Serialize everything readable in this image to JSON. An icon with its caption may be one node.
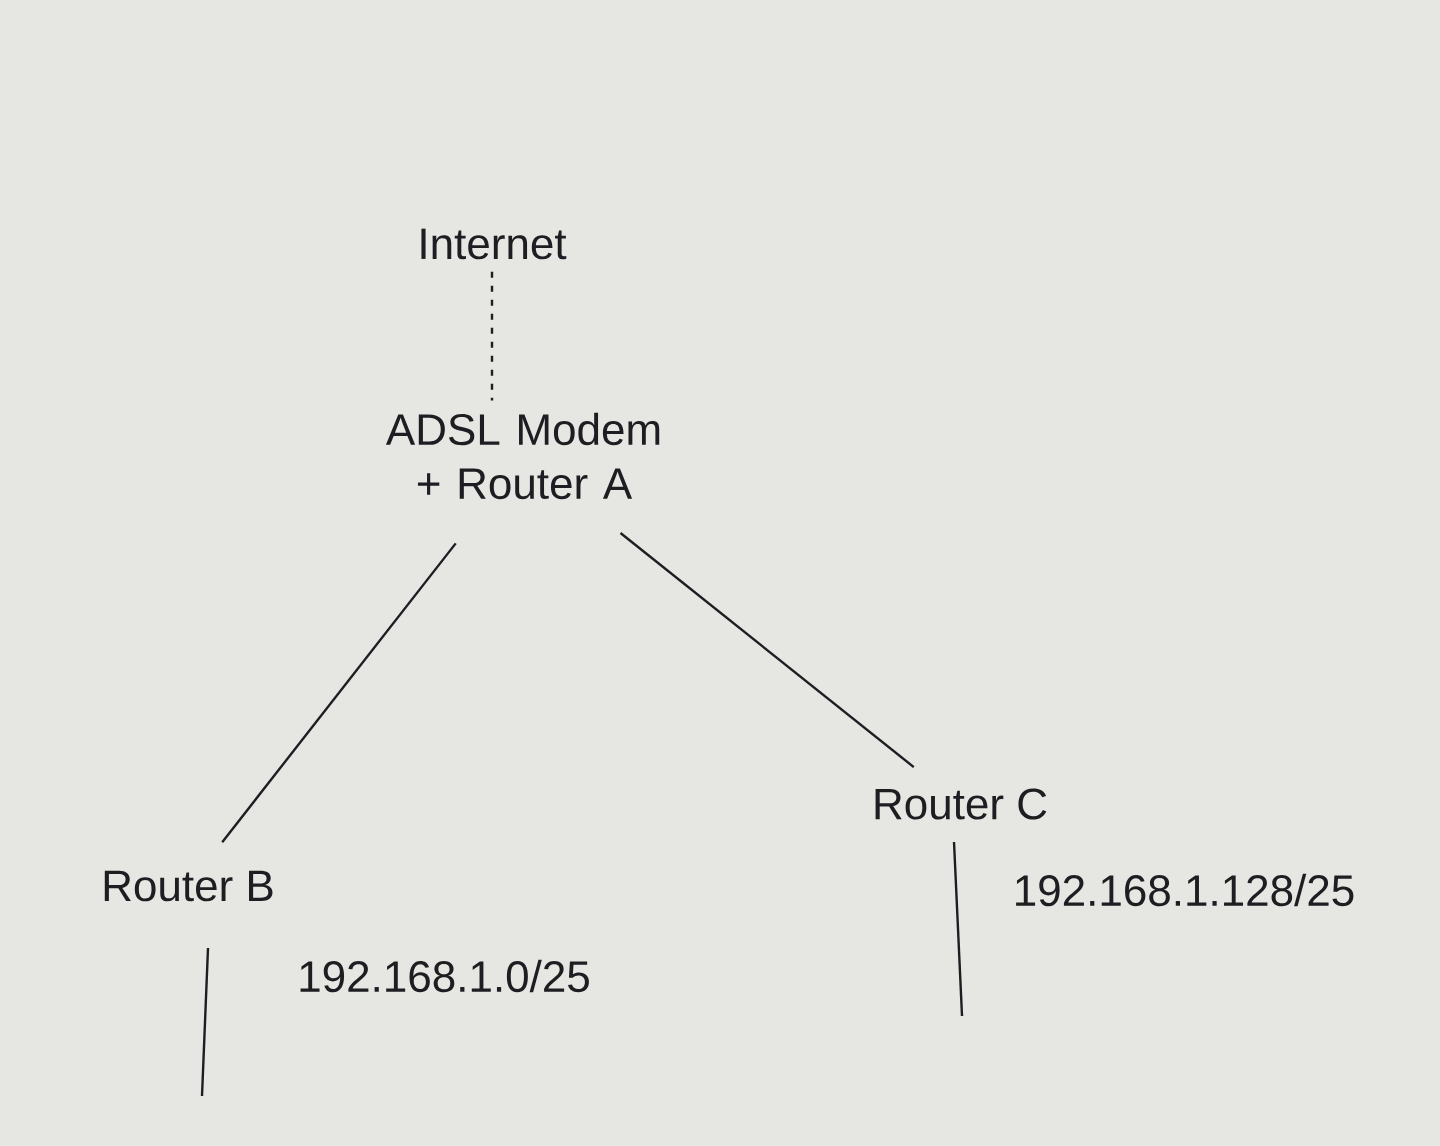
{
  "diagram": {
    "nodes": [
      {
        "text": [
          "Internet"
        ]
      },
      {
        "text": [
          "ADSL Modem + Router A"
        ]
      },
      {
        "text": [
          "Router B"
        ],
        "beside": [
          "192.168.1.0/25"
        ]
      },
      {
        "text": [
          "Router C"
        ],
        "beside": [
          "192.168.1.128/25"
        ]
      }
    ],
    "edges": [
      {
        "from": 0,
        "to": 1,
        "arrow": "none",
        "style": "dashed"
      },
      {
        "from": 1,
        "to": 2,
        "arrow": "none"
      },
      {
        "from": 1,
        "to": 3,
        "arrow": "none"
      }
    ]
  }
}
